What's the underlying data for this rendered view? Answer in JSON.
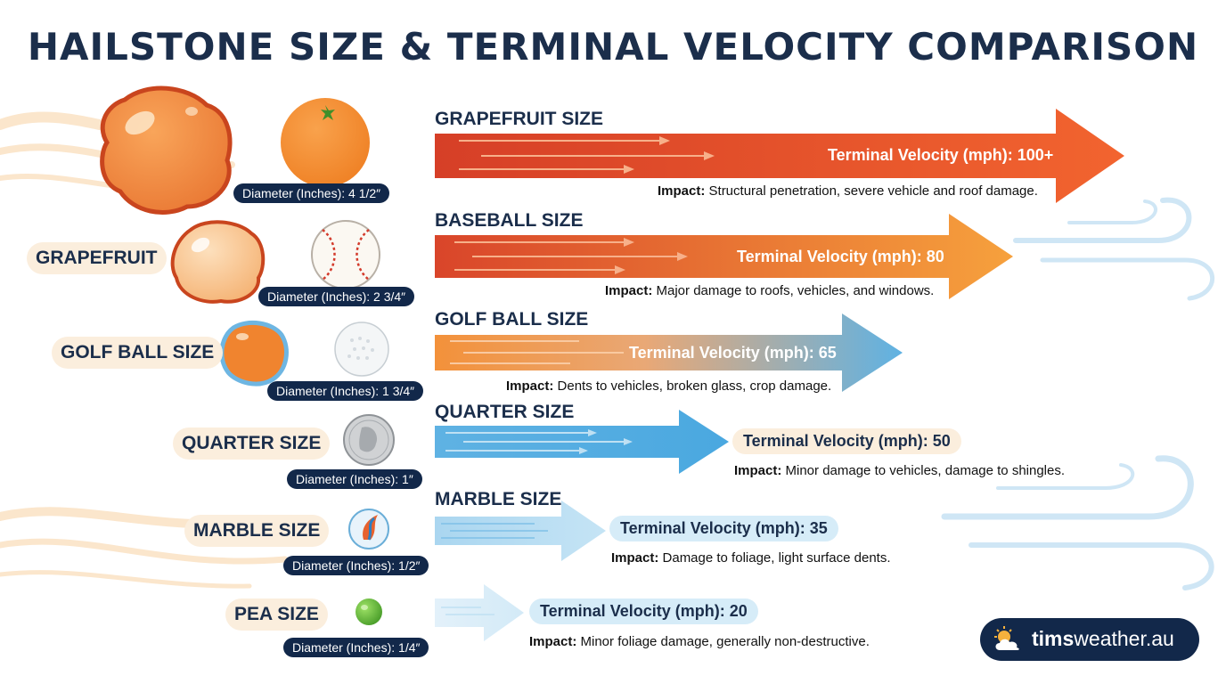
{
  "title": "HAILSTONE SIZE & TERMINAL VELOCITY COMPARISON",
  "categories": [
    {
      "heading": "GRAPEFRUIT SIZE",
      "label": "",
      "diameter": "Diameter (Inches): 4 1/2″",
      "velocity": "Terminal Velocity (mph): 100+",
      "impact_label": "Impact:",
      "impact": "Structural penetration, severe vehicle and roof damage.",
      "reference": "orange-icon"
    },
    {
      "heading": "BASEBALL SIZE",
      "label": "GRAPEFRUIT",
      "diameter": "Diameter (Inches): 2 3/4″",
      "velocity": "Terminal Velocity (mph): 80",
      "impact_label": "Impact:",
      "impact": "Major damage to roofs, vehicles, and windows.",
      "reference": "baseball-icon"
    },
    {
      "heading": "GOLF BALL SIZE",
      "label": "GOLF BALL SIZE",
      "diameter": "Diameter (Inches): 1 3/4″",
      "velocity": "Terminal Velocity (mph): 65",
      "impact_label": "Impact:",
      "impact": "Dents to vehicles, broken glass, crop damage.",
      "reference": "golf-ball-icon"
    },
    {
      "heading": "QUARTER SIZE",
      "label": "QUARTER SIZE",
      "diameter": "Diameter (Inches): 1″",
      "velocity": "Terminal Velocity (mph): 50",
      "impact_label": "Impact:",
      "impact": "Minor damage to vehicles, damage to shingles.",
      "reference": "quarter-coin-icon"
    },
    {
      "heading": "MARBLE SIZE",
      "label": "MARBLE SIZE",
      "diameter": "Diameter (Inches): 1/2″",
      "velocity": "Terminal Velocity (mph): 35",
      "impact_label": "Impact:",
      "impact": "Damage to foliage, light surface dents.",
      "reference": "marble-icon"
    },
    {
      "heading": "",
      "label": "PEA SIZE",
      "diameter": "Diameter (Inches): 1/4″",
      "velocity": "Terminal Velocity (mph): 20",
      "impact_label": "Impact:",
      "impact": "Minor foliage damage, generally non-destructive.",
      "reference": "pea-icon"
    }
  ],
  "brand": {
    "bold": "tims",
    "rest": "weather.au",
    "icon": "sun-cloud-icon"
  },
  "colors": {
    "navy": "#12284a",
    "red_orange": "#e0532d",
    "orange": "#f3913a",
    "sky_blue": "#5fb2e3",
    "light_blue": "#bfe0f3",
    "cream": "#fbeedd"
  }
}
